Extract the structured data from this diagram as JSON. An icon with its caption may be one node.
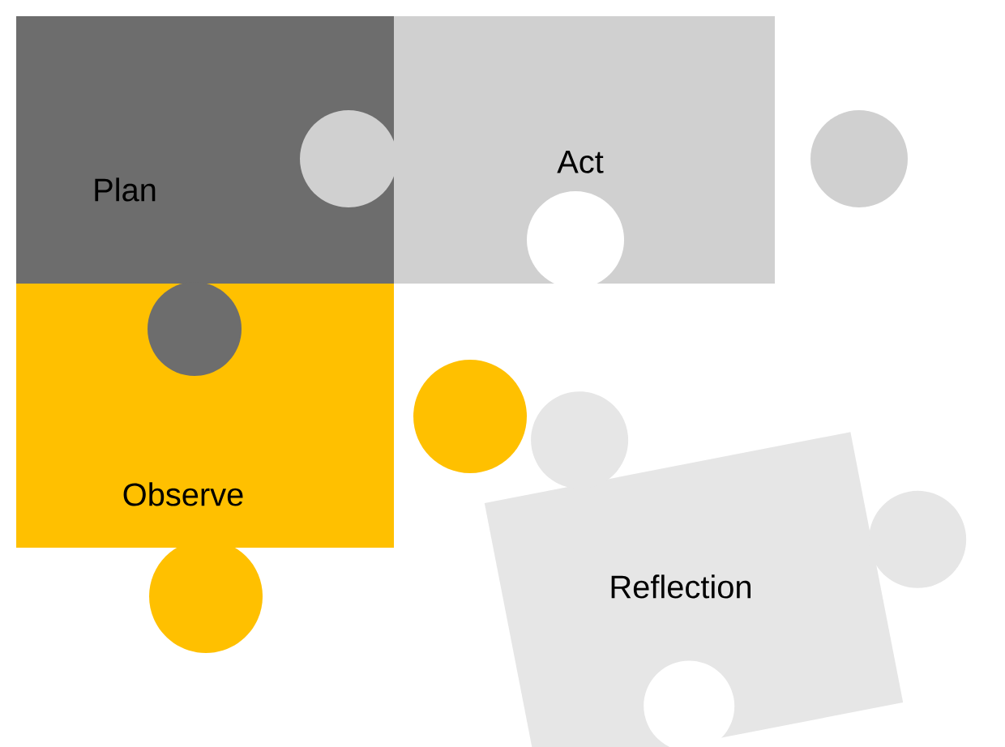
{
  "diagram": {
    "nodes": [
      {
        "text": [
          "Plan"
        ]
      },
      {
        "text": [
          "Act"
        ]
      },
      {
        "text": [
          "Observe"
        ]
      },
      {
        "text": [
          "Reflection"
        ]
      }
    ]
  }
}
